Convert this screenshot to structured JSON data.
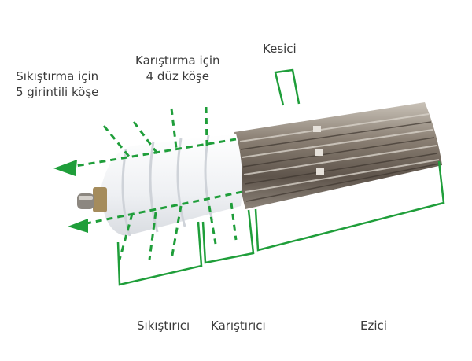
{
  "annotations": {
    "compress_edges": {
      "line1": "Sıkıştırma için",
      "line2": "5 girintili köşe"
    },
    "mix_edges": {
      "line1": "Karıştırma için",
      "line2": "4 düz köşe"
    },
    "cutter": "Kesici"
  },
  "sections": {
    "compressor": "Sıkıştırıcı",
    "mixer": "Karıştırıcı",
    "crusher": "Ezici"
  },
  "colors": {
    "accent": "#1f9e3a",
    "metal": "#7a6f64",
    "auger": "#f4f5f7"
  }
}
